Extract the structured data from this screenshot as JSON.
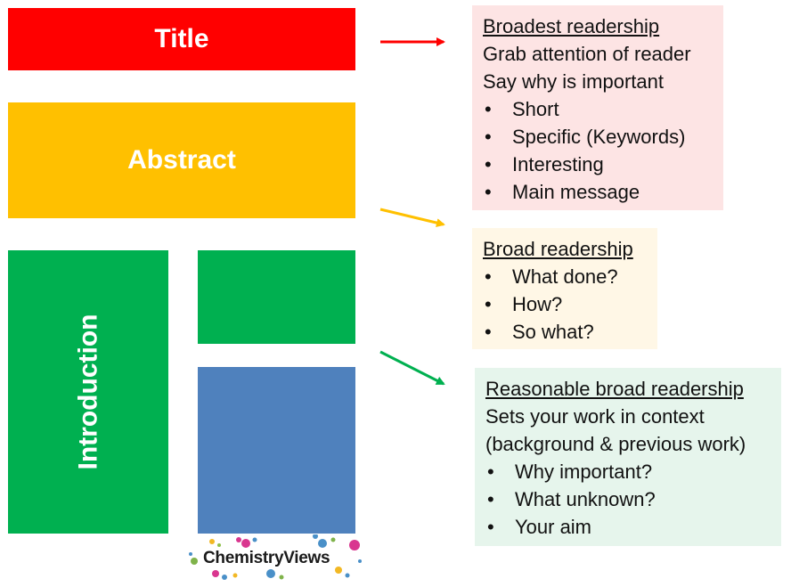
{
  "blocks": {
    "title": {
      "label": "Title",
      "color": "#ff0000"
    },
    "abstract": {
      "label": "Abstract",
      "color": "#ffc000"
    },
    "introduction": {
      "label": "Introduction",
      "color": "#00b050"
    },
    "green_small": {
      "color": "#00b050"
    },
    "blue": {
      "color": "#4f81bd"
    }
  },
  "callouts": {
    "title": {
      "heading": "Broadest readership",
      "lines": [
        "Grab attention of reader",
        "Say why is important"
      ],
      "bullets": [
        "Short",
        "Specific (Keywords)",
        "Interesting",
        "Main message"
      ],
      "background": "#fde4e4",
      "arrow_color": "#ff0000"
    },
    "abstract": {
      "heading": "Broad readership",
      "bullets": [
        "What done?",
        "How?",
        "So what?"
      ],
      "background": "#fff7e6",
      "arrow_color": "#ffc000"
    },
    "introduction": {
      "heading": "Reasonable broad readership",
      "lines": [
        "Sets your work in context",
        "(background & previous work)"
      ],
      "bullets": [
        "Why important?",
        "What unknown?",
        "Your aim"
      ],
      "background": "#e6f5ec",
      "arrow_color": "#00b050"
    }
  },
  "logo": {
    "text": "ChemistryViews"
  }
}
